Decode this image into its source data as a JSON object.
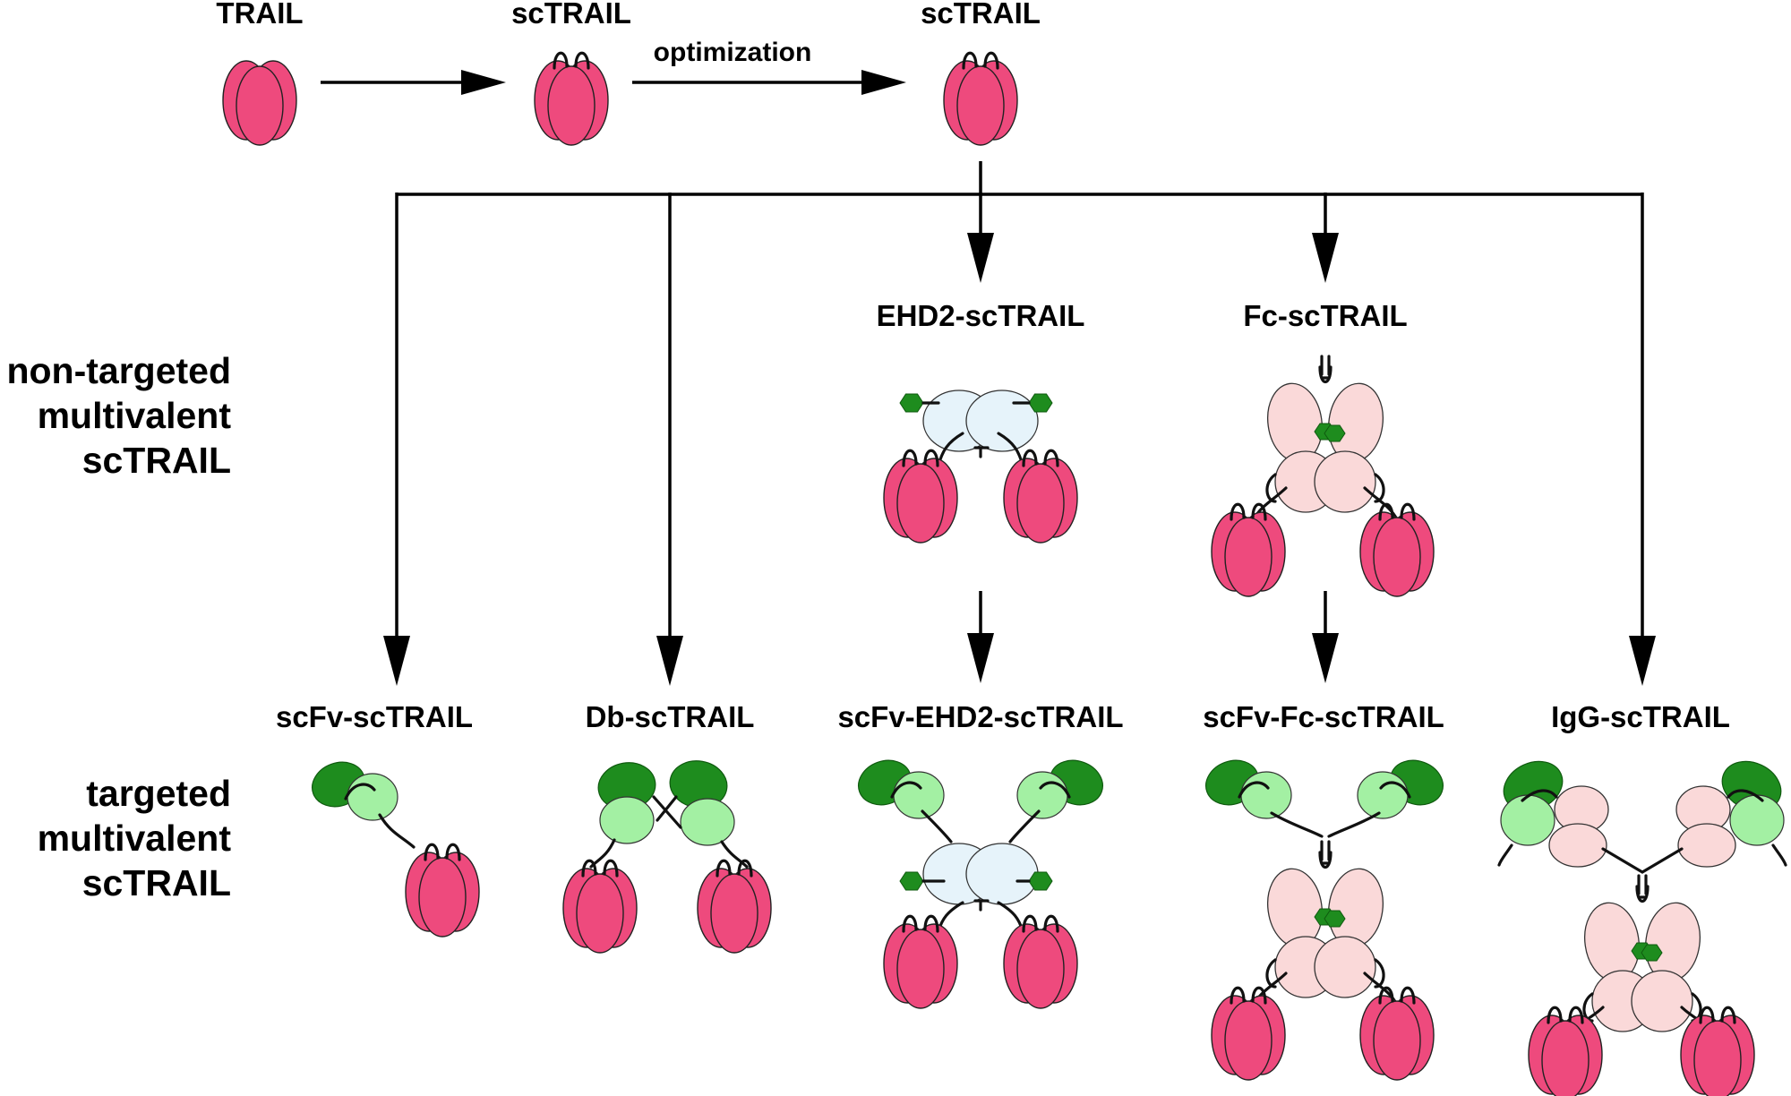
{
  "top_row": {
    "trail": "TRAIL",
    "sctrail_first": "scTRAIL",
    "optimization": "optimization",
    "sctrail_optimized": "scTRAIL"
  },
  "row_labels": {
    "non_targeted": [
      "non-targeted",
      "multivalent",
      "scTRAIL"
    ],
    "targeted": [
      "targeted",
      "multivalent",
      "scTRAIL"
    ]
  },
  "non_targeted_constructs": {
    "ehd2": "EHD2-scTRAIL",
    "fc": "Fc-scTRAIL"
  },
  "targeted_constructs": {
    "scfv": "scFv-scTRAIL",
    "db": "Db-scTRAIL",
    "scfv_ehd2": "scFv-EHD2-scTRAIL",
    "scfv_fc": "scFv-Fc-scTRAIL",
    "igg": "IgG-scTRAIL"
  },
  "colors": {
    "trail_domain": "#ee4a7d",
    "fc_domain": "#fad9d9",
    "ehd2_domain": "#e6f3fa",
    "variable_dark": "#1e8c1e",
    "variable_light": "#a3f0a3"
  }
}
